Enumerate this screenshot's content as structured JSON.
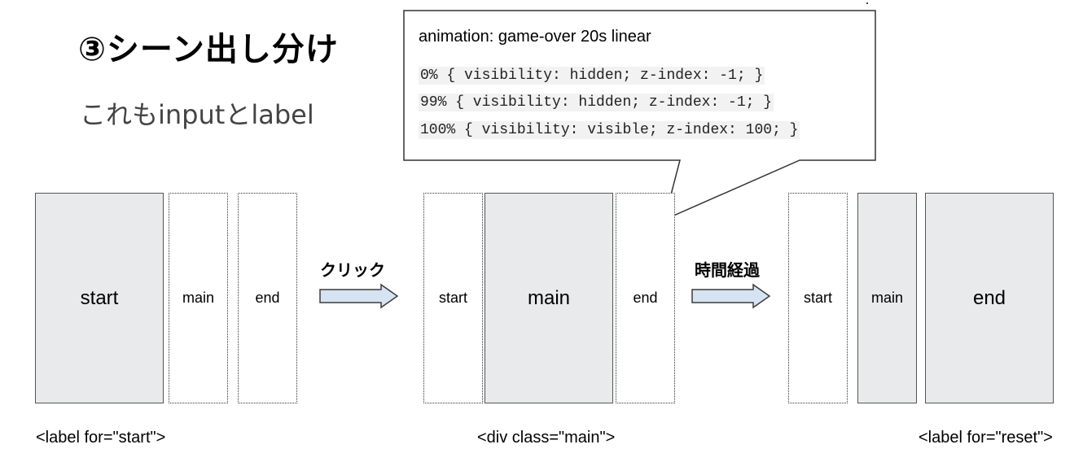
{
  "title": "③シーン出し分け",
  "subtitle": "これもinputとlabel",
  "callout": {
    "title": "animation: game-over 20s linear",
    "code_lines": [
      "0% { visibility: hidden; z-index: -1; }",
      "99% { visibility: hidden; z-index: -1; }",
      "100% { visibility: visible; z-index: 100; }"
    ]
  },
  "states": [
    {
      "boxes": [
        {
          "label": "start",
          "active": true
        },
        {
          "label": "main",
          "active": false
        },
        {
          "label": "end",
          "active": false
        }
      ],
      "caption": "<label for=\"start\">"
    },
    {
      "boxes": [
        {
          "label": "start",
          "active": false
        },
        {
          "label": "main",
          "active": true
        },
        {
          "label": "end",
          "active": false
        }
      ],
      "caption": "<div class=\"main\">"
    },
    {
      "boxes": [
        {
          "label": "start",
          "active": false
        },
        {
          "label": "main",
          "active": true
        },
        {
          "label": "end",
          "active": true
        }
      ],
      "caption": "<label for=\"reset\">"
    }
  ],
  "transitions": [
    {
      "label": "クリック"
    },
    {
      "label": "時間経過"
    }
  ],
  "colors": {
    "active_fill": "#e8eaeb",
    "arrow_fill": "#d6e3f2",
    "arrow_stroke": "#3c3c3c"
  }
}
